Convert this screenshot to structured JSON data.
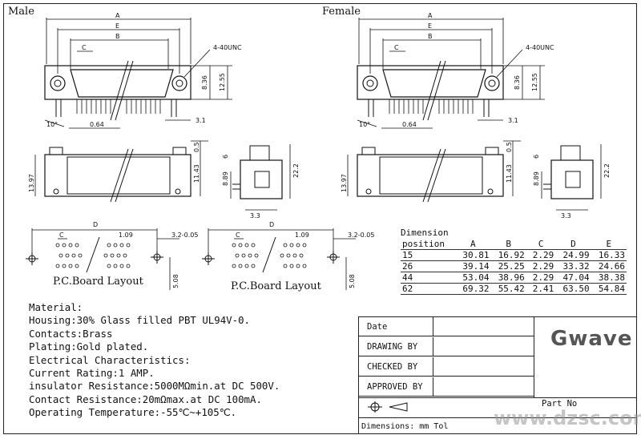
{
  "views": {
    "male_label": "Male",
    "female_label": "Female"
  },
  "dims": {
    "a": "A",
    "b": "B",
    "c": "C",
    "d": "D",
    "e": "E",
    "thread": "4-40UNC",
    "h836": "8.36",
    "h1255": "12.55",
    "p064": "0.64",
    "p31": "3.1",
    "ang": "10°",
    "h05": "0.5",
    "h1143": "11.43",
    "h1397": "13.97",
    "h6": "6",
    "h889": "8.89",
    "h222": "22.2",
    "w33": "3.3",
    "p109": "1.09",
    "hole": "3.2-0.05",
    "v508": "5.08"
  },
  "pcb_label": "P.C.Board Layout",
  "spec": {
    "material": "Material:",
    "housing": "Housing:30% Glass filled PBT UL94V-0.",
    "contacts": "Contacts:Brass",
    "plating": "Plating:Gold plated.",
    "electrical": "Electrical Characteristics:",
    "current": "Current Rating:1 AMP.",
    "insulator": "insulator Resistance:5000MΩmin.at DC 500V.",
    "contact_res": "Contact Resistance:20mΩmax.at DC 100mA.",
    "temperature": "Operating Temperature:-55℃~+105℃."
  },
  "dimension_table": {
    "title": "Dimension",
    "headers": [
      "position",
      "A",
      "B",
      "C",
      "D",
      "E"
    ],
    "rows": [
      [
        "15",
        "30.81",
        "16.92",
        "2.29",
        "24.99",
        "16.33"
      ],
      [
        "26",
        "39.14",
        "25.25",
        "2.29",
        "33.32",
        "24.66"
      ],
      [
        "44",
        "53.04",
        "38.96",
        "2.29",
        "47.04",
        "38.38"
      ],
      [
        "62",
        "69.32",
        "55.42",
        "2.41",
        "63.50",
        "54.84"
      ]
    ]
  },
  "title_block": {
    "date": "Date",
    "drawing_by": "DRAWING BY",
    "checked_by": "CHECKED BY",
    "approved_by": "APPROVED BY",
    "brand": "Gwave",
    "part_no": "Part No",
    "dimensions": "Dimensions: mm Tol"
  },
  "watermark": "www.dzsc.com"
}
